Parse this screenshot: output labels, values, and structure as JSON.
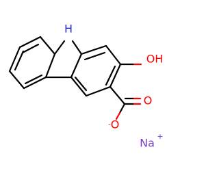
{
  "molecule": {
    "nh_label": "H",
    "oh_label": "OH",
    "carbonyl_o_label": "O",
    "anion_o_label": "O",
    "anion_charge": "-",
    "na_label": "Na",
    "na_charge": "+"
  },
  "colors": {
    "bond": "#000000",
    "nitrogen": "#2b2bd6",
    "oxygen": "#ff0000",
    "sodium": "#7a3fc7"
  }
}
